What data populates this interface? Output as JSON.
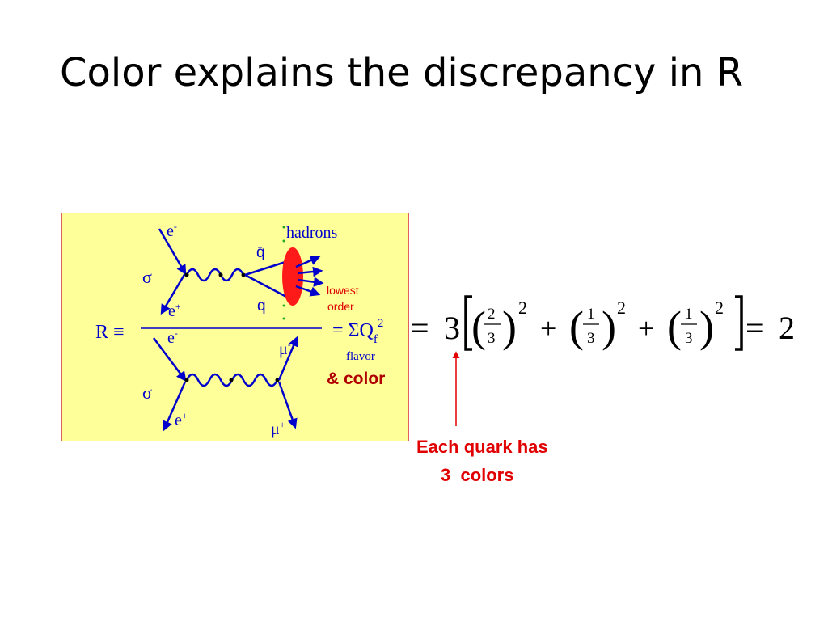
{
  "title": "Color explains the discrepancy in R",
  "diagram": {
    "R_def": "R ≡",
    "upper": {
      "sigma": "σ",
      "e_minus": "e",
      "e_minus_sup": "-",
      "e_plus": "e",
      "e_plus_sup": "+",
      "qbar": "q̄",
      "q": "q",
      "hadrons": "hadrons",
      "lowest": "lowest",
      "order": "order"
    },
    "lower": {
      "sigma": "σ",
      "e_minus": "e",
      "e_minus_sup": "-",
      "e_plus": "e",
      "e_plus_sup": "+",
      "mu_minus": "μ",
      "mu_minus_sup": "-",
      "mu_plus": "μ",
      "mu_plus_sup": "+"
    },
    "sum_eq": "= ΣQ",
    "sum_sub": "f",
    "sum_sup": "2",
    "flavor": "flavor",
    "and_color": "& color"
  },
  "equation": {
    "eq1": "=",
    "three": "3",
    "f1_num": "2",
    "f1_den": "3",
    "f2_num": "1",
    "f2_den": "3",
    "f3_num": "1",
    "f3_den": "3",
    "exp": "2",
    "plus": "+",
    "eq2": "=",
    "result": "2"
  },
  "note": {
    "line1": "Each quark has",
    "line2": "3  colors"
  },
  "colors": {
    "blue": "#0000cc",
    "red": "#e00000",
    "darkred": "#b00000",
    "box": "#ffff99"
  }
}
